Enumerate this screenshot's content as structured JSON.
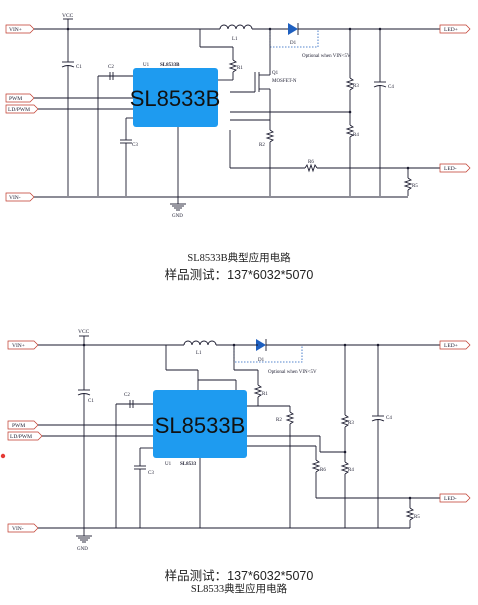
{
  "diagram_top": {
    "vcc": "VCC",
    "ports": {
      "vin_plus": "VIN+",
      "vin_minus": "VIN-",
      "pwm": "PWM",
      "ld_pwm": "LD/PWM",
      "led_plus": "LED+",
      "led_minus": "LED-"
    },
    "chip_name": "SL8533B",
    "chip_label": "SL8533B",
    "u_label": "U1",
    "inductor": "L1",
    "diode": "D1",
    "mosfet": "Q1",
    "mosfet_type": "MOSFET-N",
    "optional_note": "Optional when VIN<5V",
    "caps": {
      "c1": "C1",
      "c2": "C2",
      "c3": "C3",
      "c4": "C4"
    },
    "resistors": {
      "r1": "R1",
      "r2": "R2",
      "r3": "R3",
      "r4": "R4",
      "r5": "R5",
      "r6": "R6"
    },
    "gnd": "GND",
    "caption_title": "SL8533B典型应用电路",
    "caption_sample": "样品测试：137*6032*5070"
  },
  "diagram_bottom": {
    "vcc": "VCC",
    "ports": {
      "vin_plus": "VIN+",
      "vin_minus": "VIN-",
      "pwm": "PWM",
      "ld_pwm": "LD/PWM",
      "led_plus": "LED+",
      "led_minus": "LED-"
    },
    "chip_name": "SL8533B",
    "chip_label": "SL8533",
    "u_label": "U1",
    "inductor": "L1",
    "diode": "D1",
    "optional_note": "Optional when VIN<5V",
    "caps": {
      "c1": "C1",
      "c2": "C2",
      "c3": "C3",
      "c4": "C4"
    },
    "resistors": {
      "r1": "R1",
      "r2": "R2",
      "r3": "R3",
      "r4": "R4",
      "r5": "R5",
      "r6": "R6"
    },
    "gnd": "GND",
    "caption_sample": "样品测试：137*6032*5070",
    "caption_title": "SL8533典型应用电路"
  }
}
